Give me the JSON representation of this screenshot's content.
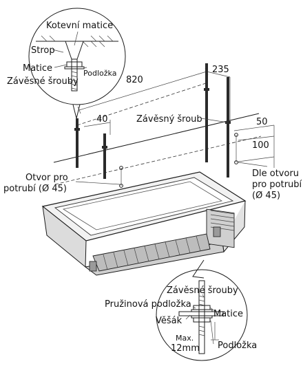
{
  "top_callout": {
    "anchor_nut": "Kotevní matice",
    "ceiling": "Strop",
    "nut": "Matice",
    "washer": "Podložka",
    "bolts": "Závěsné šrouby"
  },
  "dimensions": {
    "d820": "820",
    "d235": "235",
    "d40": "40",
    "d50": "50",
    "d100": "100"
  },
  "main": {
    "hanging_bolt": "Závěsný šroub",
    "pipe_hole_left_1": "Otvor pro",
    "pipe_hole_left_2": "potrubí (Ø 45)",
    "pipe_hole_right_1": "Dle otvoru",
    "pipe_hole_right_2": "pro potrubí",
    "pipe_hole_right_3": "(Ø 45)"
  },
  "bottom_callout": {
    "bolts": "Závěsné šrouby",
    "spring_washer": "Pružinová podložka",
    "nut": "Matice",
    "hanger": "Věšák",
    "max_1": "Max.",
    "max_2": "12mm",
    "washer": "Podložka"
  }
}
